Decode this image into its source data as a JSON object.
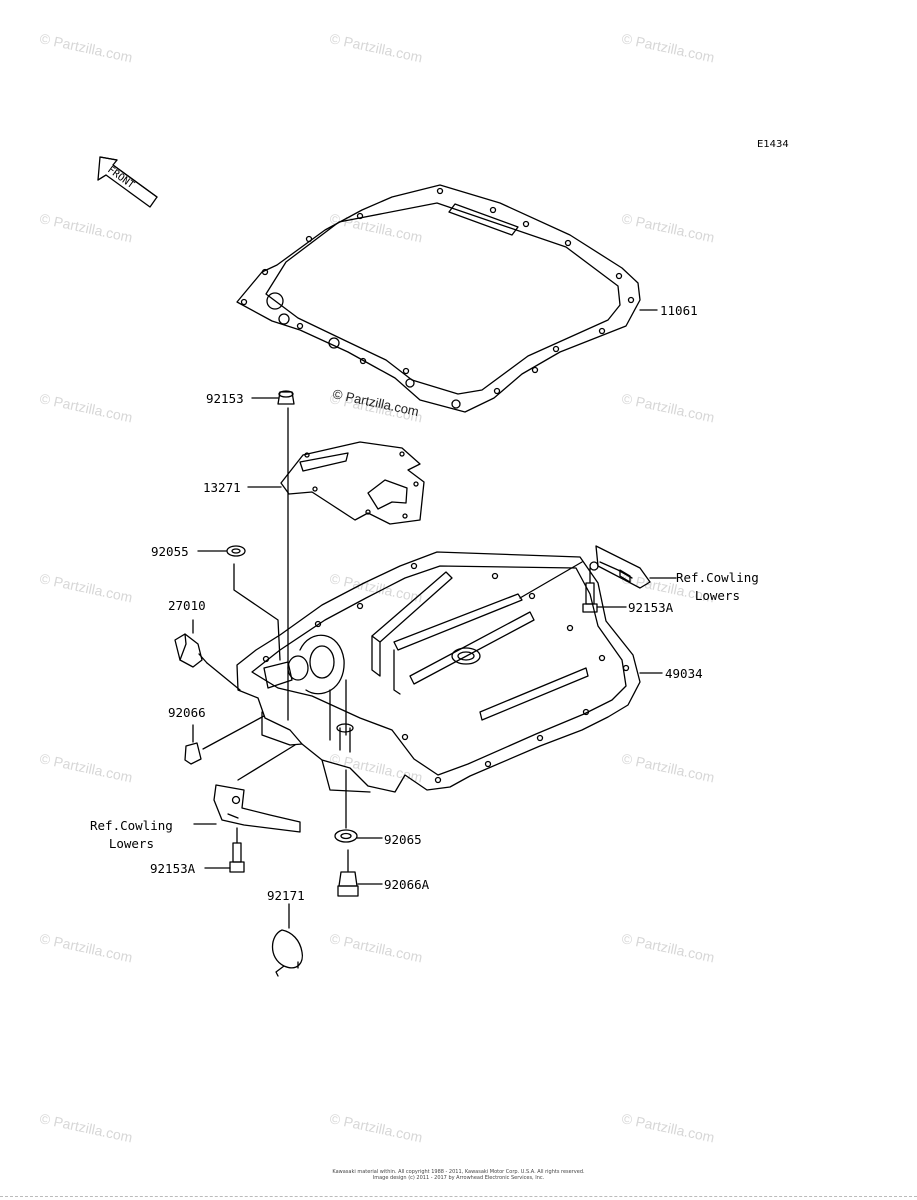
{
  "diagram_code": "E1434",
  "front_arrow_text": "FRONT",
  "watermark_text": "© Partzilla.com",
  "center_watermark_text": "© Partzilla.com",
  "labels": {
    "p11061": "11061",
    "p92153": "92153",
    "p13271": "13271",
    "p92055": "92055",
    "p27010": "27010",
    "p92066": "92066",
    "p49034": "49034",
    "p92153a_right": "92153A",
    "ref_right": "Ref.Cowling\nLowers",
    "ref_left": "Ref.Cowling\nLowers",
    "p92153a_left": "92153A",
    "p92065": "92065",
    "p92066a": "92066A",
    "p92171": "92171"
  },
  "copyright_lines": [
    "Kawasaki material within. All copyright 1988 - 2011, Kawasaki Motor Corp. U.S.A. All rights reserved.",
    "Image design (c) 2011 - 2017 by Arrowhead Electronic Services, Inc."
  ]
}
